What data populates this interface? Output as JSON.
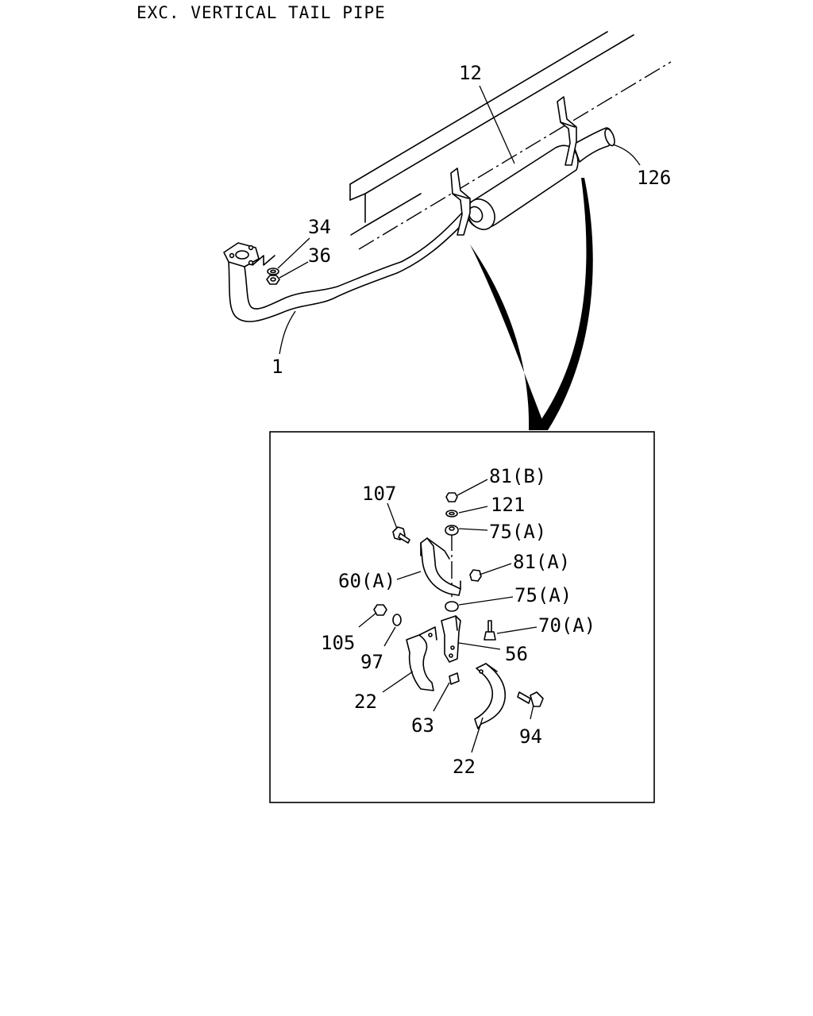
{
  "title": "EXC. VERTICAL TAIL PIPE",
  "labels": {
    "l12": "12",
    "l126": "126",
    "l34": "34",
    "l36": "36",
    "l1": "1",
    "l81b": "81(B)",
    "l121": "121",
    "l75a_top": "75(A)",
    "l107": "107",
    "l81a": "81(A)",
    "l60a": "60(A)",
    "l75a_mid": "75(A)",
    "l70a": "70(A)",
    "l105": "105",
    "l97": "97",
    "l56": "56",
    "l22_left": "22",
    "l63": "63",
    "l94": "94",
    "l22_bottom": "22"
  }
}
